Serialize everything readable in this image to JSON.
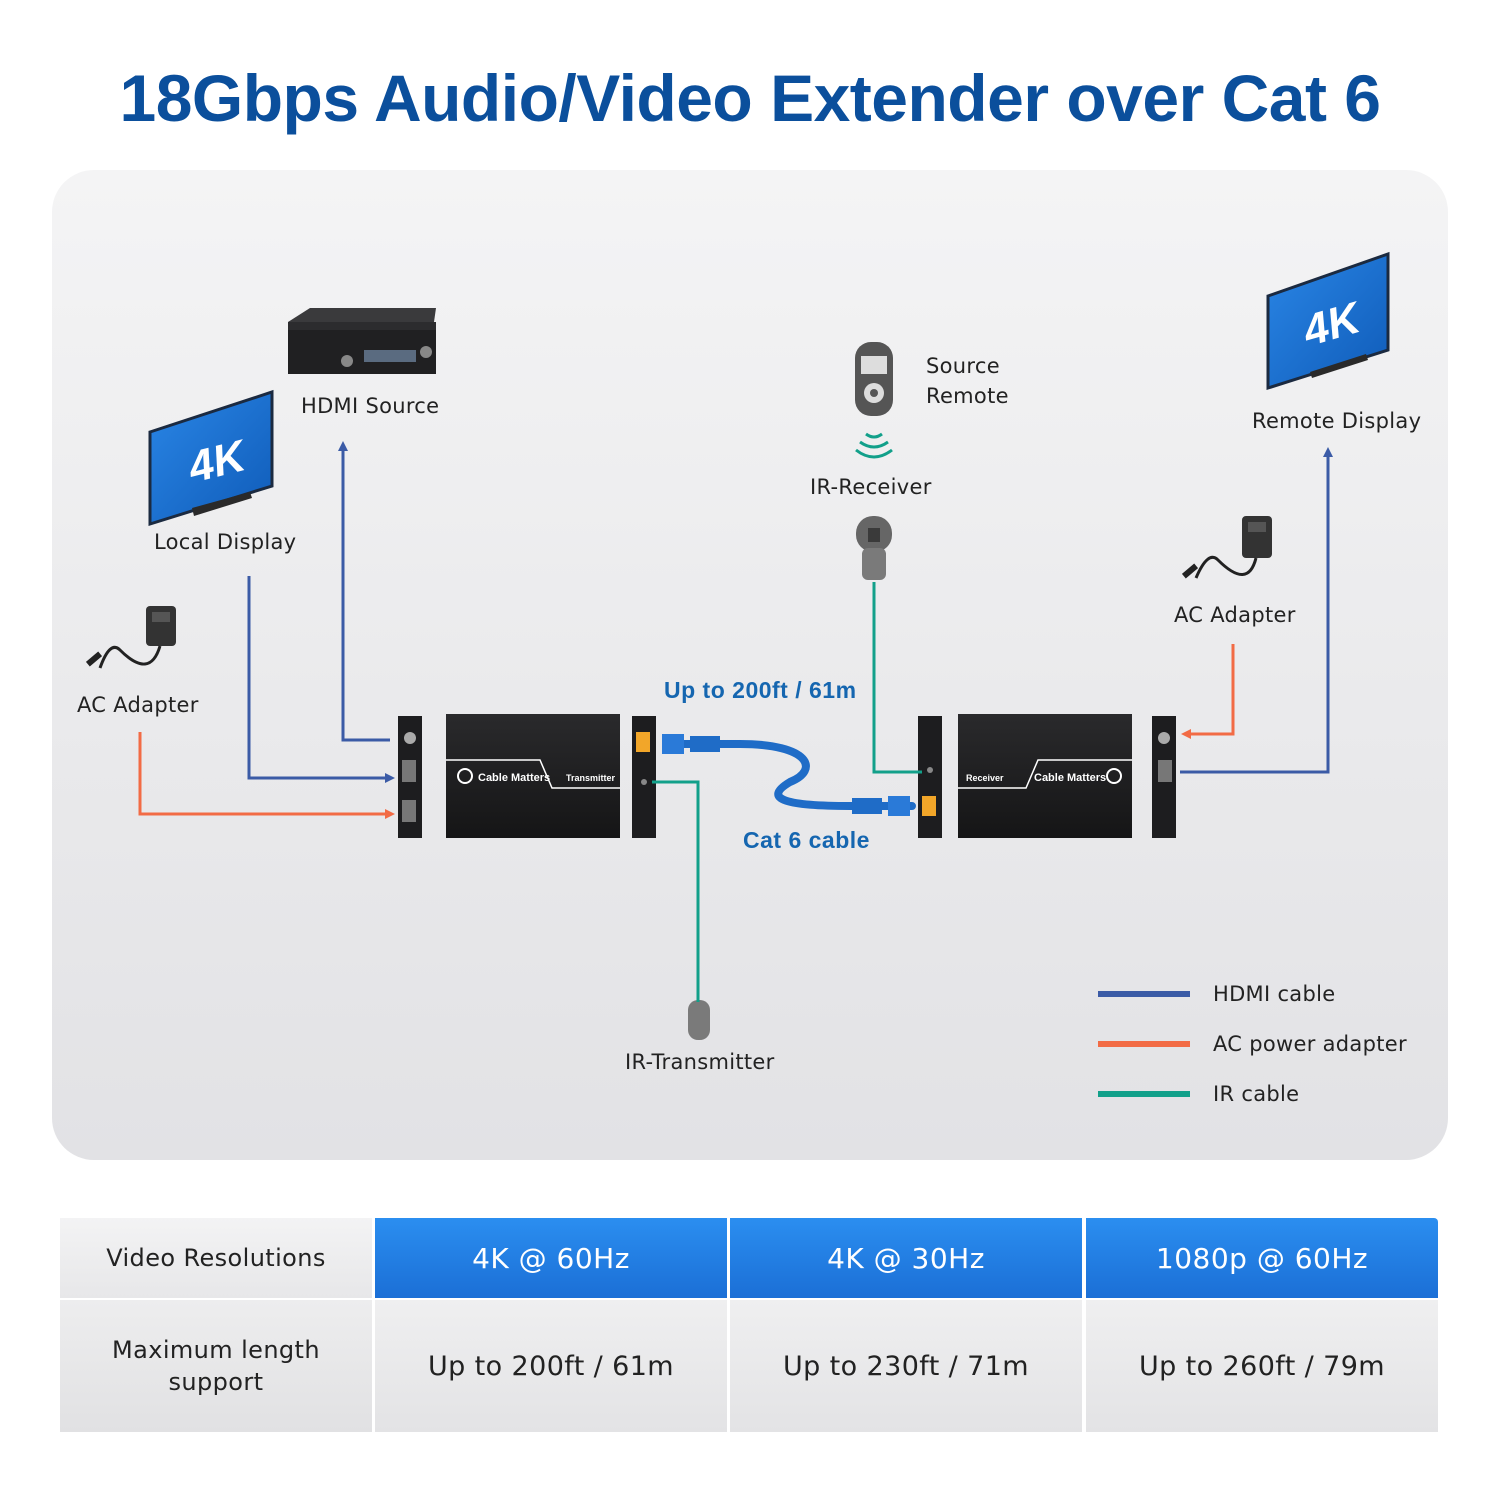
{
  "title": "18Gbps Audio/Video Extender over Cat 6",
  "labels": {
    "hdmi_source": "HDMI Source",
    "local_display": "Local Display",
    "ac_adapter_left": "AC Adapter",
    "source_remote": "Source\nRemote",
    "ir_receiver": "IR-Receiver",
    "remote_display": "Remote Display",
    "ac_adapter_right": "AC Adapter",
    "distance": "Up to 200ft / 61m",
    "cat6": "Cat 6 cable",
    "ir_transmitter": "IR-Transmitter",
    "tv_badge": "4K",
    "brand": "Cable Matters",
    "transmitter": "Transmitter",
    "receiver": "Receiver"
  },
  "legend": [
    {
      "label": "HDMI cable",
      "color": "#3b5ba6"
    },
    {
      "label": "AC power adapter",
      "color": "#f26b45"
    },
    {
      "label": "IR cable",
      "color": "#12a08a"
    }
  ],
  "table": {
    "header_label": "Video Resolutions",
    "row_label": "Maximum length support",
    "columns": [
      {
        "resolution": "4K @ 60Hz",
        "length": "Up to 200ft / 61m"
      },
      {
        "resolution": "4K @ 30Hz",
        "length": "Up to 230ft / 71m"
      },
      {
        "resolution": "1080p @ 60Hz",
        "length": "Up to 260ft / 79m"
      }
    ]
  },
  "colors": {
    "title": "#0b4f9c",
    "hdmi": "#3b5ba6",
    "power": "#f26b45",
    "ir": "#12a08a",
    "cat6": "#1f6cc7",
    "table_header": "#1b6fd6"
  }
}
